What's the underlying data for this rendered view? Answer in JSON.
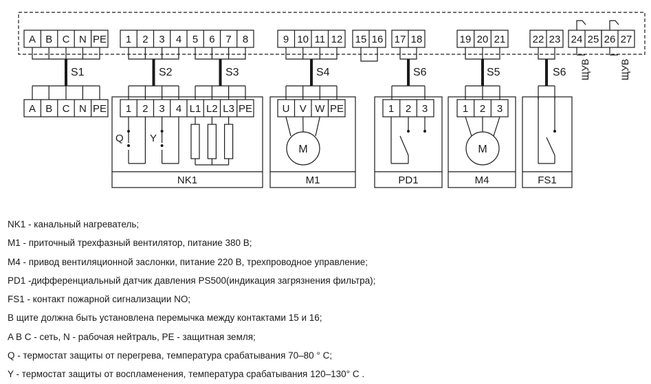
{
  "panel": {
    "terminals": [
      "A",
      "B",
      "C",
      "N",
      "PE",
      "1",
      "2",
      "3",
      "4",
      "5",
      "6",
      "7",
      "8",
      "9",
      "10",
      "11",
      "12",
      "15",
      "16",
      "17",
      "18",
      "19",
      "20",
      "21",
      "22",
      "23",
      "24",
      "25",
      "26",
      "27"
    ],
    "shuv_labels": [
      "ЩУВ",
      "ЩУВ"
    ]
  },
  "cables": [
    "S1",
    "S2",
    "S3",
    "S4",
    "S6",
    "S5",
    "S6"
  ],
  "devices": {
    "supply": {
      "terminals": [
        "A",
        "B",
        "C",
        "N",
        "PE"
      ]
    },
    "nk1": {
      "label": "NK1",
      "terminals": [
        "1",
        "2",
        "3",
        "4",
        "L1",
        "L2",
        "L3",
        "PE"
      ],
      "thermostat_labels": [
        "Q",
        "Y"
      ]
    },
    "m1": {
      "label": "M1",
      "terminals": [
        "U",
        "V",
        "W",
        "PE"
      ],
      "motor": "M"
    },
    "pd1": {
      "label": "PD1",
      "terminals": [
        "1",
        "2",
        "3"
      ]
    },
    "m4": {
      "label": "M4",
      "terminals": [
        "1",
        "2",
        "3"
      ],
      "motor": "M"
    },
    "fs1": {
      "label": "FS1"
    }
  },
  "legend": [
    "NK1 - канальный нагреватель;",
    "M1 - приточный трехфазный вентилятор, питание 380 В;",
    "M4 - привод вентиляционной заслонки, питание 220 В, трехпроводное управление;",
    "PD1 -дифференциальный датчик давления PS500(индикация загрязнения фильтра);",
    "FS1 - контакт пожарной сигнализации NO;",
    "В щите должна быть установлена перемычка между контактами 15 и 16;",
    "A B C - сеть, N - рабочая нейтраль, PE - защитная земля;",
    "Q - термостат защиты от перегрева, температура срабатывания 70–80 ° С;",
    "Y - термостат защиты от воспламенения, температура срабатывания 120–130° С ."
  ]
}
